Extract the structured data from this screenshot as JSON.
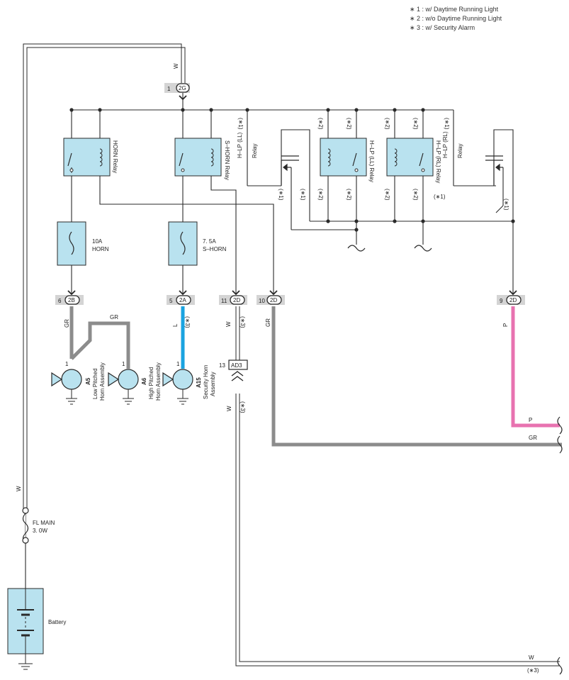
{
  "notes": [
    "∗ 1 : w/ Daytime Running Light",
    "∗ 2 : w/o Daytime Running Light",
    "∗ 3 : w/ Security Alarm"
  ],
  "top_wire": {
    "color_code": "W",
    "pin": "1",
    "connector": "2G"
  },
  "relays": {
    "horn": "HORN Relay",
    "shorn": "S–HORN Relay",
    "hlp_ll_main": "H–LP (LL) Relay",
    "hlp_rl_main": "H–LP (RL) Relay",
    "hlp_ll_small_1": "H–LP (LL)",
    "hlp_ll_small_2": "Relay",
    "hlp_rl_small_1": "H–LP (RL)",
    "hlp_rl_small_2": "Relay"
  },
  "markers": {
    "m1": "(∗1)",
    "m2": "(∗2)",
    "m3": "(∗3)"
  },
  "fuses": {
    "horn_amp": "10A",
    "horn_name": "HORN",
    "shorn_amp": "7. 5A",
    "shorn_name": "S–HORN",
    "main_name": "FL MAIN",
    "main_rating": "3. 0W"
  },
  "connectors": {
    "c6": {
      "pin": "6",
      "id": "2B"
    },
    "c5": {
      "pin": "5",
      "id": "2A"
    },
    "c11": {
      "pin": "11",
      "id": "2D"
    },
    "c10": {
      "pin": "10",
      "id": "2D"
    },
    "c9": {
      "pin": "9",
      "id": "2D"
    },
    "ad3": {
      "pin": "13",
      "id": "AD3"
    }
  },
  "wire_colors": {
    "gr": "GR",
    "l": "L",
    "w": "W",
    "p": "P"
  },
  "components": {
    "a5_code": "A5",
    "a5_name_1": "Low Pitched",
    "a5_name_2": "Horn Assembly",
    "a6_code": "A6",
    "a6_name_1": "High Pitched",
    "a6_name_2": "Horn Assembly",
    "a15_code": "A15",
    "a15_name_1": "Security Horn",
    "a15_name_2": "Assembly",
    "pin_1": "1",
    "battery": "Battery"
  },
  "colors": {
    "line": "#2a2a2a",
    "relay_fill": "#b9e2ef",
    "gray_wire": "#8c8c8c",
    "blue_wire": "#1aa3e0",
    "pink_wire": "#e873b0",
    "connector_bg": "#d4d4d4"
  }
}
